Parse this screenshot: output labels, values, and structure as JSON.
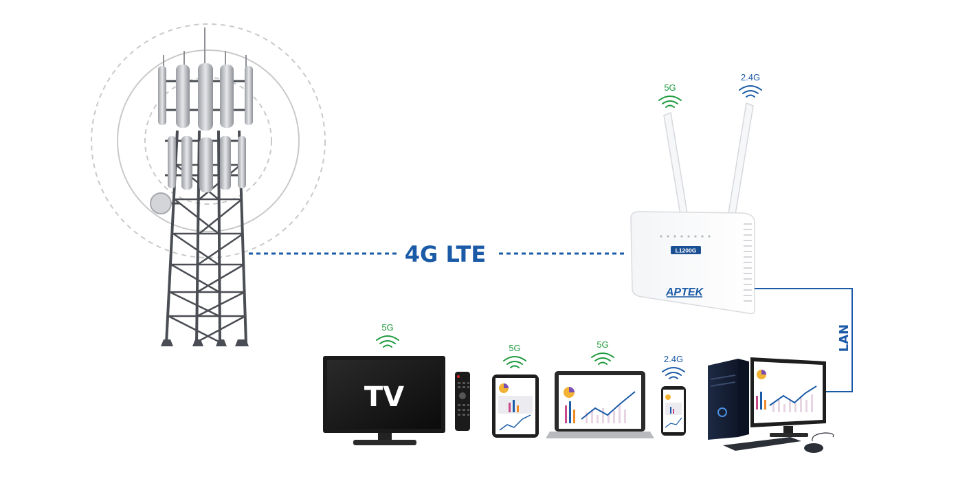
{
  "link": {
    "label": "4G LTE",
    "color": "#1a5aa6"
  },
  "lan": {
    "label": "LAN",
    "color": "#1a5aa6"
  },
  "wifi": {
    "green": "#1e9a3c",
    "blue": "#1a5aa6"
  },
  "router": {
    "model": "L1200G",
    "brand": "APTEK",
    "antenna_left_label": "5G",
    "antenna_right_label": "2.4G"
  },
  "devices": {
    "tv": {
      "label": "TV",
      "band": "5G"
    },
    "tablet": {
      "band": "5G"
    },
    "laptop": {
      "band": "5G"
    },
    "phone": {
      "band": "2.4G"
    }
  }
}
